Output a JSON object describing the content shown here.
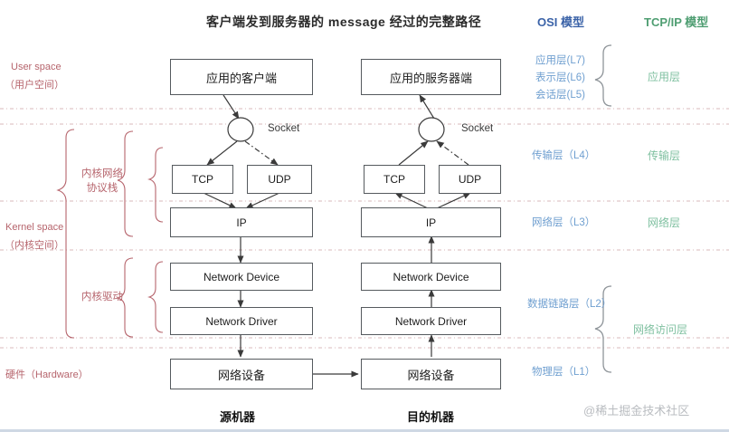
{
  "title": "客户端发到服务器的  message  经过的完整路径",
  "watermark": "@稀土掘金技术社区",
  "columns": {
    "osi_header": "OSI  模型",
    "tcpip_header": "TCP/IP  模型"
  },
  "colors": {
    "osi_blue": "#3b63a8",
    "osi_label_blue": "#6f9fd0",
    "tcp_green": "#4f9e72",
    "tcp_label_green": "#7fc0a0",
    "left_label_red": "#b6646c",
    "box_border": "#555a5e",
    "divider": "#d9b8bb",
    "arrow": "#3a3a3a",
    "watermark": "#b9bcc0"
  },
  "left_labels": [
    {
      "name": "user-space",
      "line1": "User space",
      "line2": "（用户空间）"
    },
    {
      "name": "kernel-space",
      "line1": "Kernel space",
      "line2": "（内核空间）"
    },
    {
      "name": "hardware",
      "line1": "硬件（Hardware）",
      "line2": ""
    }
  ],
  "kernel_groups": [
    {
      "name": "kernel-net-stack",
      "line1": "内核网络",
      "line2": "协议栈"
    },
    {
      "name": "kernel-driver",
      "line1": "内核驱动",
      "line2": ""
    }
  ],
  "osi_layers": [
    {
      "name": "osi-l7",
      "text": "应用层(L7)"
    },
    {
      "name": "osi-l6",
      "text": "表示层(L6)"
    },
    {
      "name": "osi-l5",
      "text": "会话层(L5)"
    },
    {
      "name": "osi-l4",
      "text": "传输层（L4）"
    },
    {
      "name": "osi-l3",
      "text": "网络层（L3）"
    },
    {
      "name": "osi-l2",
      "text": "数据链路层（L2）"
    },
    {
      "name": "osi-l1",
      "text": "物理层（L1）"
    }
  ],
  "tcpip_layers": [
    {
      "name": "tcpip-application",
      "text": "应用层"
    },
    {
      "name": "tcpip-transport",
      "text": "传输层"
    },
    {
      "name": "tcpip-internet",
      "text": "网络层"
    },
    {
      "name": "tcpip-netaccess",
      "text": "网络访问层"
    }
  ],
  "source_stack": {
    "machine_label": "源机器",
    "app": "应用的客户端",
    "socket_label": "Socket",
    "tcp": "TCP",
    "udp": "UDP",
    "ip": "IP",
    "net_device": "Network Device",
    "net_driver": "Network Driver",
    "hw_device": "网络设备"
  },
  "dest_stack": {
    "machine_label": "目的机器",
    "app": "应用的服务器端",
    "socket_label": "Socket",
    "tcp": "TCP",
    "udp": "UDP",
    "ip": "IP",
    "net_device": "Network Device",
    "net_driver": "Network Driver",
    "hw_device": "网络设备"
  }
}
